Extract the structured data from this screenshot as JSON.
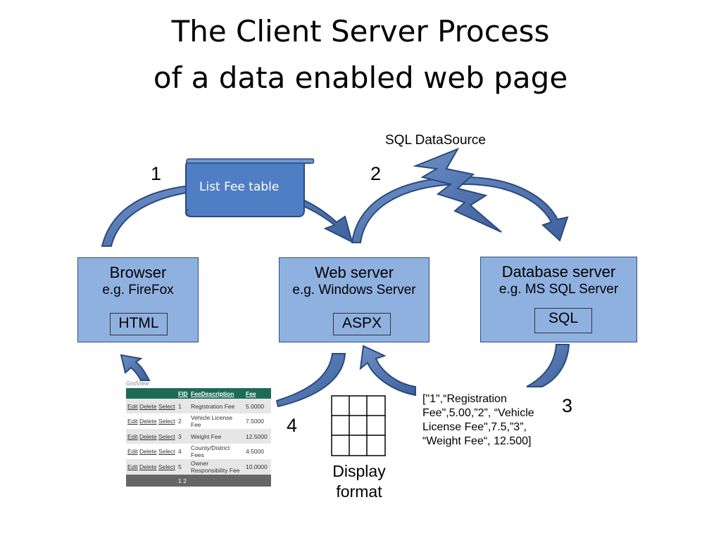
{
  "title": {
    "line1": "The Client Server Process",
    "line2": "of a data enabled web page"
  },
  "steps": {
    "s1": "1",
    "s2": "2",
    "s3": "3",
    "s4": "4"
  },
  "scroll_label": "List Fee table",
  "lightning_label": "SQL DataSource",
  "browser": {
    "title": "Browser",
    "subtitle": "e.g. FireFox",
    "inner": "HTML"
  },
  "webserver": {
    "title": "Web server",
    "subtitle": "e.g. Windows Server",
    "inner": "ASPX"
  },
  "dbserver": {
    "title": "Database server",
    "subtitle": "e.g. MS SQL Server",
    "inner": "SQL"
  },
  "data_text": "[\"1\",“Registration Fee\",5.00,”2”, “Vehicle License Fee\",7.5,”3”, “Weight Fee“, 12.500]",
  "display_format": {
    "line1": "Display",
    "line2": "format"
  },
  "gridview": {
    "caption": "GridView",
    "headers": [
      "",
      "FID",
      "FeeDescription",
      "Fee"
    ],
    "rows": [
      {
        "fid": "1",
        "desc": "Registration Fee",
        "fee": "5.0000"
      },
      {
        "fid": "2",
        "desc": "Vehicle License Fee",
        "fee": "7.5000"
      },
      {
        "fid": "3",
        "desc": "Weight Fee",
        "fee": "12.5000"
      },
      {
        "fid": "4",
        "desc": "County/District Fees",
        "fee": "4.5000"
      },
      {
        "fid": "5",
        "desc": "Owner Responsibility Fee",
        "fee": "10.0000"
      }
    ],
    "actions": {
      "edit": "Edit",
      "delete": "Delete",
      "select": "Select"
    },
    "pager": "1 2"
  },
  "colors": {
    "box_fill": "#8fb1e0",
    "arrow_fill": "#4f74b0",
    "arrow_stroke": "#2b4a7c",
    "grid_header": "#1e6b54"
  }
}
